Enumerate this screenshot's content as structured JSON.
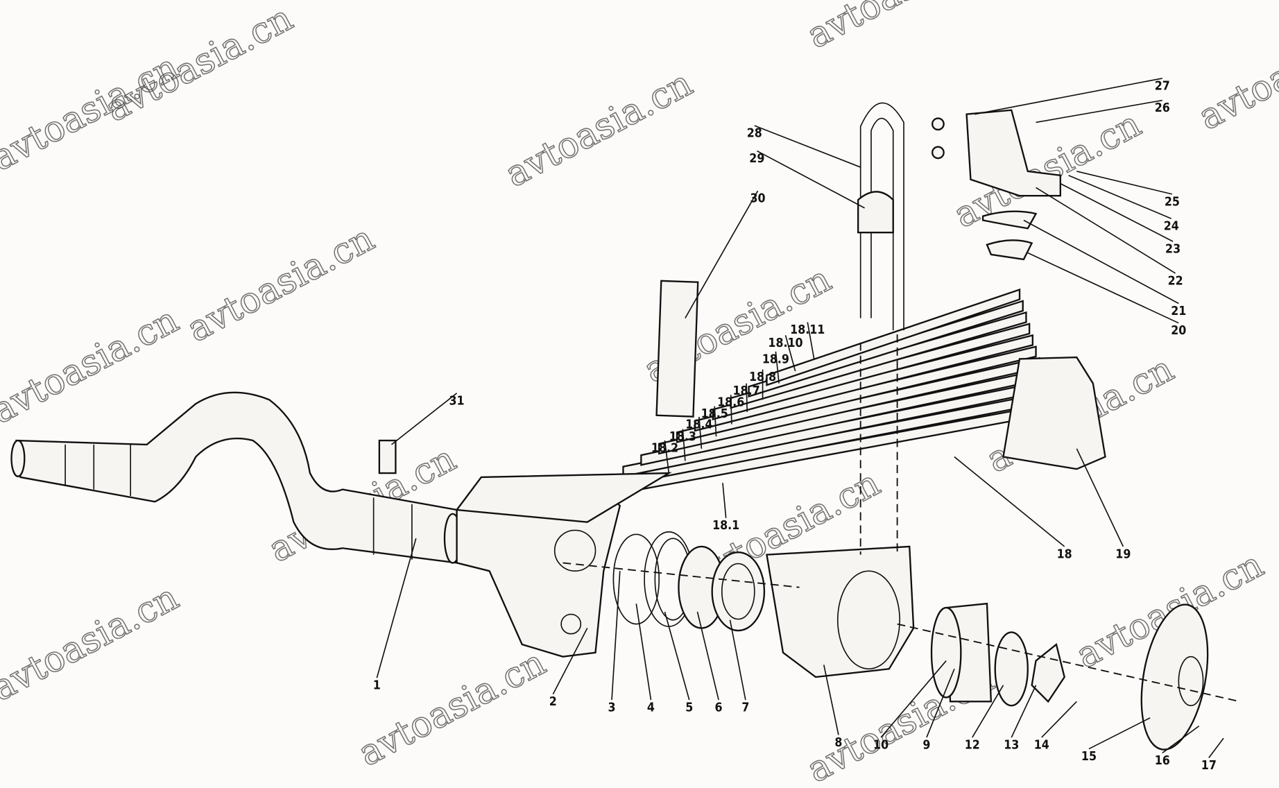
{
  "watermark": "avtoasia.cn",
  "part_labels": [
    "1",
    "2",
    "3",
    "4",
    "5",
    "6",
    "7",
    "8",
    "9",
    "10",
    "12",
    "13",
    "14",
    "15",
    "16",
    "17",
    "18",
    "18.1",
    "18.2",
    "18.3",
    "18.4",
    "18.5",
    "18.6",
    "18.7",
    "18.8",
    "18.9",
    "18.10",
    "18.11",
    "19",
    "20",
    "21",
    "22",
    "23",
    "24",
    "25",
    "26",
    "27",
    "28",
    "29",
    "30",
    "31"
  ]
}
